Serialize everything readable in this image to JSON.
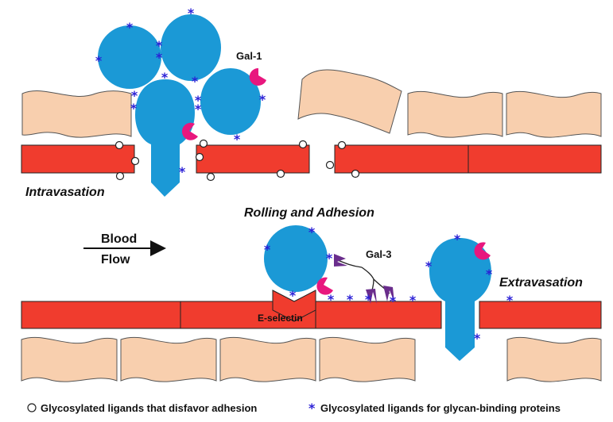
{
  "labels": {
    "intravasation": "Intravasation",
    "rolling_adhesion": "Rolling and Adhesion",
    "extravasation": "Extravasation",
    "blood": "Blood",
    "flow": "Flow",
    "gal1": "Gal-1",
    "gal3": "Gal-3",
    "eselectin": "E-selectin"
  },
  "legend": {
    "circle_text": "Glycosylated ligands that disfavor adhesion",
    "star_text": "Glycosylated ligands for glycan-binding proteins",
    "star_glyph": "*"
  },
  "colors": {
    "vessel": "#f03c2e",
    "tissue": "#f8cfae",
    "cell": "#1b99d6",
    "galectin_gal1": "#e8177e",
    "galectin_gal3": "#6a2d8c",
    "ligand_star": "#2a1fd6"
  }
}
